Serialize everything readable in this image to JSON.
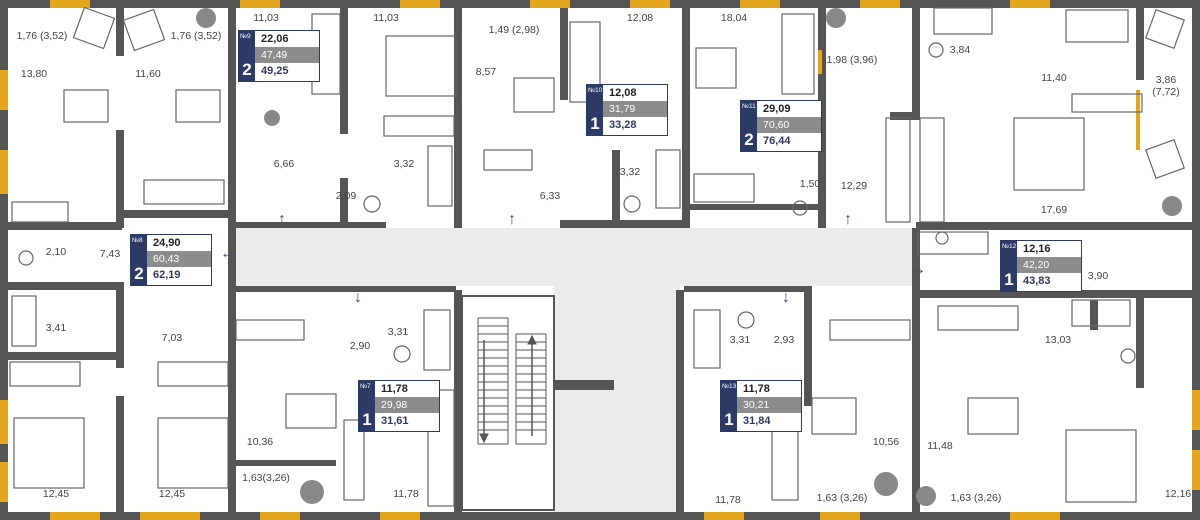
{
  "colors": {
    "wall": "#555555",
    "window": "#e4a51f",
    "corridor": "#ebebeb",
    "accent": "#2e3a66",
    "badge_grey": "#8c8c8c",
    "fixture": "#666666"
  },
  "room_labels": {
    "r1": "1,76 (3,52)",
    "r2": "1,76 (3,52)",
    "r3": "11,03",
    "r4": "11,03",
    "r5": "1,49 (2,98)",
    "r6": "12,08",
    "r7": "18,04",
    "r8": "13,80",
    "r9": "11,60",
    "r10": "8,57",
    "r11": "1,98 (3,96)",
    "r12": "3,84",
    "r13": "11,40",
    "r14": "3,86\n(7,72)",
    "r15": "6,66",
    "r16": "3,32",
    "r17": "2,09",
    "r18": "3,32",
    "r19": "6,33",
    "r20": "1,50",
    "r21": "12,29",
    "r22": "17,69",
    "r23": "2,10",
    "r24": "7,43",
    "r25": "3,90",
    "r26": "3,41",
    "r27": "7,03",
    "r28": "3,31",
    "r29": "2,90",
    "r30": "3,31",
    "r31": "2,93",
    "r32": "13,03",
    "r33": "10,36",
    "r34": "10,56",
    "r35": "11,48",
    "r36": "1,63(3,26)",
    "r37": "1,63 (3,26)",
    "r38": "1,63 (3,26)",
    "r39": "12,45",
    "r40": "12,45",
    "r41": "11,78",
    "r42": "11,78",
    "r43": "12,16"
  },
  "apartments": [
    {
      "no": "№9",
      "rooms": "2",
      "living": "22,06",
      "total": "47,49",
      "price": "49,25"
    },
    {
      "no": "№10",
      "rooms": "1",
      "living": "12,08",
      "total": "31,79",
      "price": "33,28"
    },
    {
      "no": "№11",
      "rooms": "2",
      "living": "29,09",
      "total": "70,60",
      "price": "76,44"
    },
    {
      "no": "№8",
      "rooms": "2",
      "living": "24,90",
      "total": "60,43",
      "price": "62,19"
    },
    {
      "no": "№12",
      "rooms": "1",
      "living": "12,16",
      "total": "42,20",
      "price": "43,83"
    },
    {
      "no": "№7",
      "rooms": "1",
      "living": "11,78",
      "total": "29,98",
      "price": "31,61"
    },
    {
      "no": "№13",
      "rooms": "1",
      "living": "11,78",
      "total": "30,21",
      "price": "31,84"
    }
  ],
  "icons": {
    "arrow_up": "↑",
    "arrow_down": "↓",
    "arrow_left": "←",
    "arrow_right": "→"
  }
}
